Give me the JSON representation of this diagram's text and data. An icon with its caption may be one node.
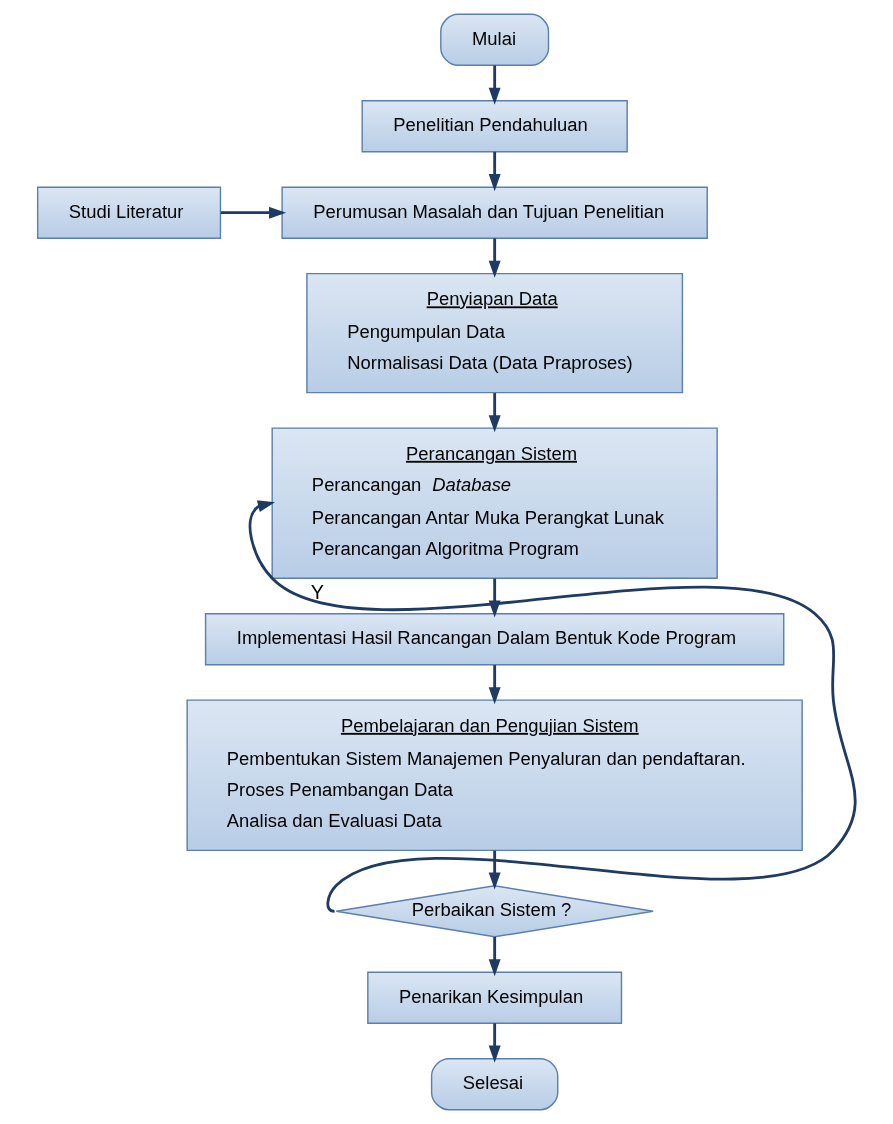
{
  "diagram": {
    "nodes": [
      {
        "text": [
          "Mulai"
        ]
      },
      {
        "text": [
          "Penelitian Pendahuluan"
        ]
      },
      {
        "text": [
          "Studi Literatur"
        ]
      },
      {
        "text": [
          "Perumusan Masalah dan Tujuan Penelitian"
        ]
      },
      {
        "text": [
          "Penyiapan Data",
          "Pengumpulan Data",
          "Normalisasi Data (Data Praproses)"
        ]
      },
      {
        "text": [
          "Perancangan Sistem",
          "Perancangan *Database*",
          "Perancangan Antar Muka Perangkat Lunak",
          "Perancangan Algoritma Program"
        ]
      },
      {
        "text": [
          "Implementasi Hasil Rancangan Dalam Bentuk Kode Program"
        ]
      },
      {
        "text": [
          "Pembelajaran dan Pengujian Sistem",
          "Pembentukan Sistem Manajemen Penyaluran dan pendaftaran.",
          "Proses Penambangan Data",
          "Analisa dan Evaluasi Data"
        ]
      },
      {
        "text": [
          "Perbaikan Sistem ?"
        ]
      },
      {
        "text": [
          "Penarikan Kesimpulan"
        ]
      },
      {
        "text": [
          "Selesai"
        ]
      }
    ],
    "edges": [
      {
        "from": 0,
        "to": 1,
        "arrow": "to"
      },
      {
        "from": 1,
        "to": 3,
        "arrow": "to"
      },
      {
        "from": 2,
        "to": 3,
        "arrow": "to"
      },
      {
        "from": 3,
        "to": 4,
        "arrow": "to"
      },
      {
        "from": 4,
        "to": 5,
        "arrow": "to"
      },
      {
        "from": 5,
        "to": 6,
        "arrow": "to"
      },
      {
        "from": 6,
        "to": 7,
        "arrow": "to"
      },
      {
        "from": 7,
        "to": 8,
        "arrow": "to"
      },
      {
        "from": 8,
        "to": 5,
        "arrow": "to",
        "label": "Y"
      },
      {
        "from": 8,
        "to": 9,
        "arrow": "to"
      },
      {
        "from": 9,
        "to": 10,
        "arrow": "to"
      }
    ]
  }
}
